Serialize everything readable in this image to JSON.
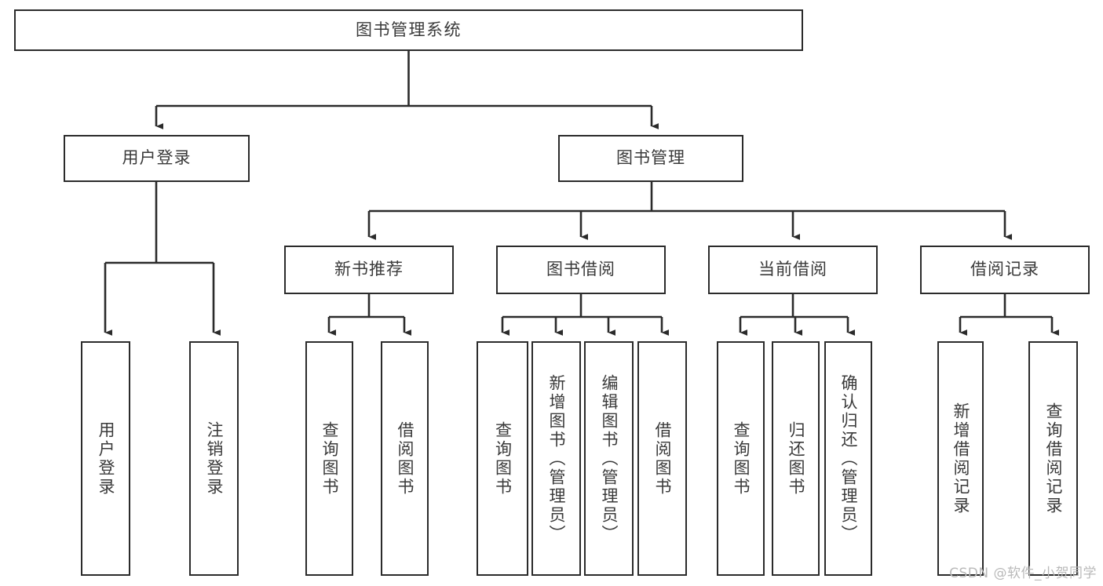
{
  "diagram": {
    "type": "tree",
    "title": "图书管理系统",
    "orientation": "top-down",
    "style": {
      "box_fill": "#ffffff",
      "box_stroke": "#2b2b2b",
      "text_color": "#3a3a3a",
      "connector_color": "#2b2b2b",
      "background": "#ffffff"
    },
    "root": {
      "label": "图书管理系统",
      "orientation": "horizontal"
    },
    "level2": [
      {
        "label": "用户登录",
        "orientation": "horizontal"
      },
      {
        "label": "图书管理",
        "orientation": "horizontal"
      }
    ],
    "level3": [
      {
        "label": "新书推荐",
        "orientation": "horizontal",
        "parent": "图书管理"
      },
      {
        "label": "图书借阅",
        "orientation": "horizontal",
        "parent": "图书管理"
      },
      {
        "label": "当前借阅",
        "orientation": "horizontal",
        "parent": "图书管理"
      },
      {
        "label": "借阅记录",
        "orientation": "horizontal",
        "parent": "图书管理"
      }
    ],
    "leaves": [
      {
        "label": "用户登录",
        "orientation": "vertical",
        "parent": "用户登录"
      },
      {
        "label": "注销登录",
        "orientation": "vertical",
        "parent": "用户登录"
      },
      {
        "label": "查询图书",
        "orientation": "vertical",
        "parent": "新书推荐"
      },
      {
        "label": "借阅图书",
        "orientation": "vertical",
        "parent": "新书推荐"
      },
      {
        "label": "查询图书",
        "orientation": "vertical",
        "parent": "图书借阅"
      },
      {
        "label": "新增图书（管理员）",
        "orientation": "vertical",
        "parent": "图书借阅"
      },
      {
        "label": "编辑图书（管理员）",
        "orientation": "vertical",
        "parent": "图书借阅"
      },
      {
        "label": "借阅图书",
        "orientation": "vertical",
        "parent": "图书借阅"
      },
      {
        "label": "查询图书",
        "orientation": "vertical",
        "parent": "当前借阅"
      },
      {
        "label": "归还图书",
        "orientation": "vertical",
        "parent": "当前借阅"
      },
      {
        "label": "确认归还（管理员）",
        "orientation": "vertical",
        "parent": "当前借阅"
      },
      {
        "label": "新增借阅记录",
        "orientation": "vertical",
        "parent": "借阅记录"
      },
      {
        "label": "查询借阅记录",
        "orientation": "vertical",
        "parent": "借阅记录"
      }
    ]
  },
  "watermark": {
    "text": "CSDN @软件_小贺同学"
  }
}
